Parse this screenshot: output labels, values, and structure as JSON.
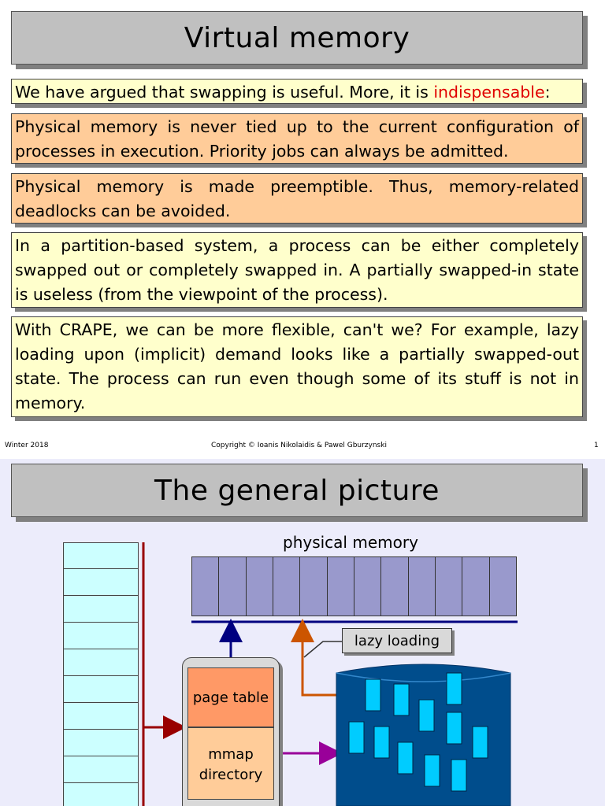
{
  "slide1": {
    "title": "Virtual memory",
    "intro": {
      "before": "We have argued that swapping is useful. More, it is ",
      "highlight": "indispensable",
      "after": ":"
    },
    "point1": "Physical memory is never tied up to the current configuration of processes in execution. Priority jobs can always be admitted.",
    "point2": "Physical memory is made preemptible. Thus, memory-related deadlocks can be avoided.",
    "point3": "In a partition-based system, a process can be either completely swapped out or completely swapped in. A partially swapped-in state is useless (from the viewpoint of the process).",
    "point4": "With CRAPE, we can be more flexible, can't we? For example, lazy loading upon (implicit) demand looks like a partially swapped-out state. The process can run even though some of its stuff is not in memory.",
    "footer": {
      "left": "Winter 2018",
      "center": "Copyright © Ioanis Nikolaidis & Pawel Gburzynski",
      "page": "1"
    }
  },
  "slide2": {
    "title": "The general picture",
    "physical_memory_label": "physical memory",
    "lazy_loading_label": "lazy loading",
    "page_table_label": "page table",
    "mmap_label_line1": "mmap",
    "mmap_label_line2": "directory"
  },
  "colors": {
    "title_bg": "#c0c0c0",
    "yellow_box": "#ffffcc",
    "orange_box": "#ffcc99",
    "highlight_red": "#e00000",
    "virtual_cell": "#ccffff",
    "physical_cell": "#9999cc",
    "page_table": "#ff9966",
    "disk_dark": "#004d8c",
    "disk_page": "#00ccff",
    "arrow_red": "#990000",
    "arrow_blue": "#000080",
    "arrow_orange": "#cc5500",
    "arrow_purple": "#990099"
  }
}
